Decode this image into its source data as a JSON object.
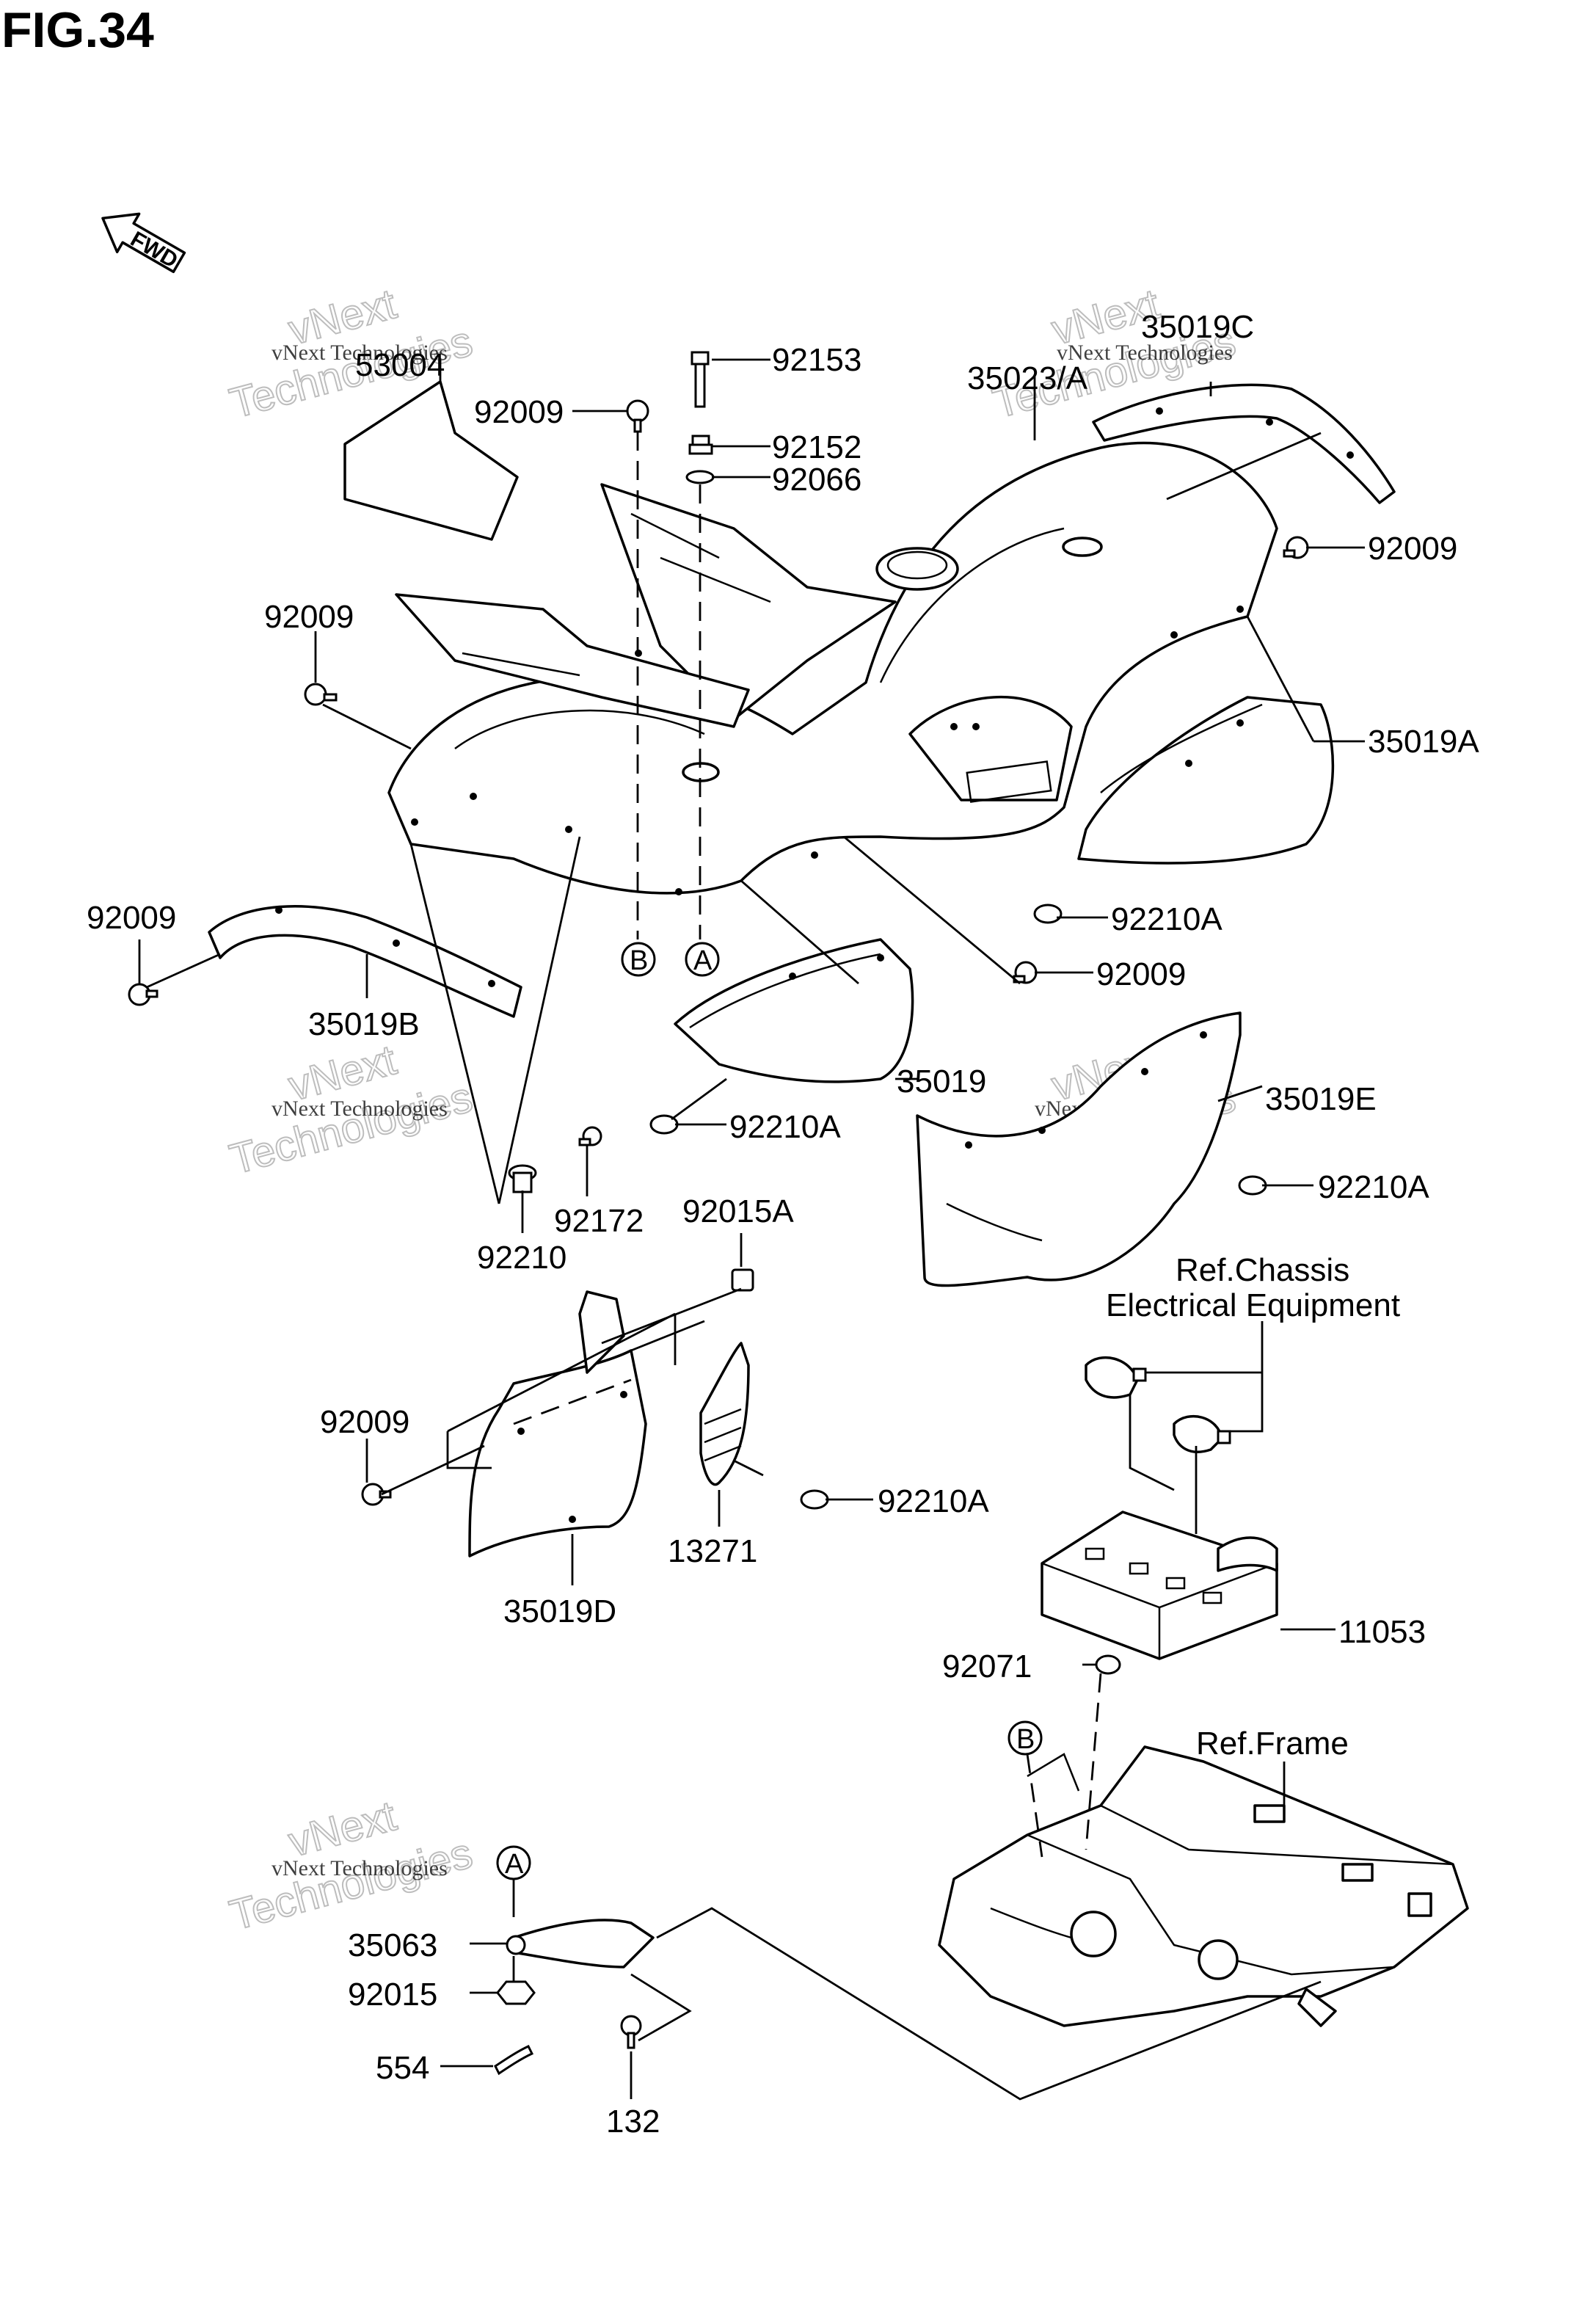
{
  "figure": {
    "title": "FIG.34"
  },
  "fwd_marker": {
    "text": "FWD"
  },
  "watermark": {
    "line1": "vNext Technologies",
    "big_top": "vNext",
    "big_bottom": "Technologies"
  },
  "labels": {
    "p53004": "53004",
    "p92153": "92153",
    "p92009_top": "92009",
    "p35023A": "35023/A",
    "p35019C": "35019C",
    "p92152": "92152",
    "p92066": "92066",
    "p92009_right": "92009",
    "p92009_left": "92009",
    "p35019A": "35019A",
    "p92210A_1": "92210A",
    "p92009_mid": "92009",
    "p92009_far_left": "92009",
    "p35019B": "35019B",
    "p35019": "35019",
    "p35019E": "35019E",
    "p92210A_2": "92210A",
    "p92210A_3": "92210A",
    "p92172": "92172",
    "p92210": "92210",
    "p92015A": "92015A",
    "p92009_lower": "92009",
    "p92210A_4": "92210A",
    "p13271": "13271",
    "p35019D": "35019D",
    "p11053": "11053",
    "p92071": "92071",
    "p35063": "35063",
    "p92015": "92015",
    "p554": "554",
    "p132": "132"
  },
  "references": {
    "chassis_line1": "Ref.Chassis",
    "chassis_line2": "Electrical Equipment",
    "frame": "Ref.Frame"
  },
  "callouts": {
    "A": "A",
    "B": "B"
  }
}
